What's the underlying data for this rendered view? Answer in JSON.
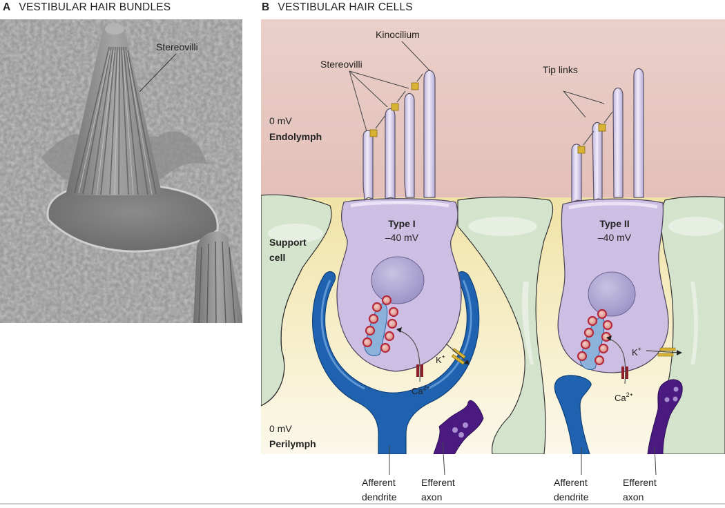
{
  "panel_a": {
    "letter": "A",
    "title": "VESTIBULAR HAIR BUNDLES",
    "labels": {
      "stereovilli": "Stereovilli"
    },
    "image_description": "Scanning electron micrograph of a vestibular hair bundle"
  },
  "panel_b": {
    "letter": "B",
    "title": "VESTIBULAR HAIR CELLS",
    "labels": {
      "kinocilium": "Kinocilium",
      "stereovilli": "Stereovilli",
      "tip_links": "Tip links",
      "endolymph_potential": "0 mV",
      "endolymph": "Endolymph",
      "support_cell_line1": "Support",
      "support_cell_line2": "cell",
      "perilymph_potential": "0 mV",
      "perilymph": "Perilymph"
    },
    "cells": [
      {
        "name": "Type I",
        "potential": "–40 mV",
        "potassium": "K",
        "potassium_charge": "+",
        "calcium": "Ca",
        "calcium_charge": "2+",
        "afferent_line1": "Afferent",
        "afferent_line2": "dendrite",
        "efferent_line1": "Efferent",
        "efferent_line2": "axon"
      },
      {
        "name": "Type II",
        "potential": "–40 mV",
        "potassium": "K",
        "potassium_charge": "+",
        "calcium": "Ca",
        "calcium_charge": "2+",
        "afferent_line1": "Afferent",
        "afferent_line2": "dendrite",
        "efferent_line1": "Efferent",
        "efferent_line2": "axon"
      }
    ]
  },
  "colors": {
    "endolymph": "#e6c3bd",
    "support_cell": "#d4e3cc",
    "interstitial": "#f6efcf",
    "hair_cell": "#cdbfe3",
    "hair_cell_outline": "#5a5366",
    "afferent": "#1f63b0",
    "efferent": "#4a1a80",
    "vesicle": "#c0394b",
    "channel_k": "#d8b233",
    "channel_ca": "#8d1f2a",
    "ribbon": "#8cb2dc"
  }
}
